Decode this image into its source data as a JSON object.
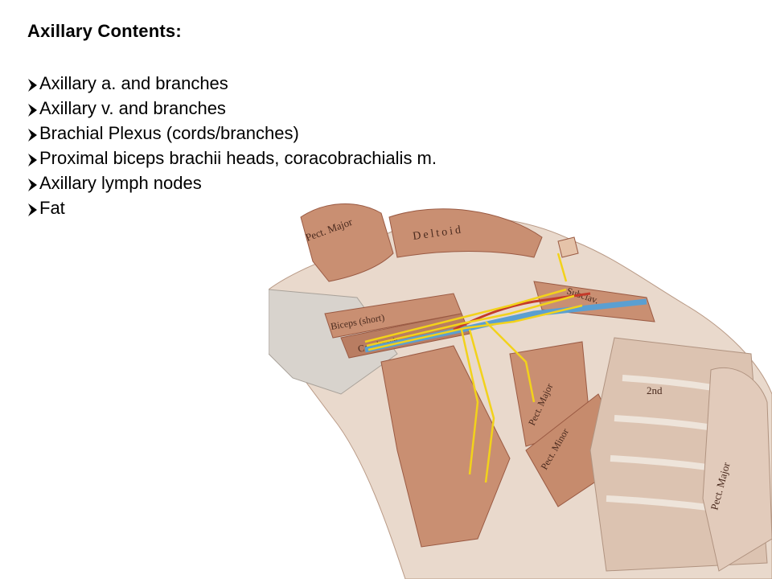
{
  "title": "Axillary Contents:",
  "bullets": [
    "Axillary a. and branches",
    "Axillary v. and branches",
    "Brachial Plexus (cords/branches)",
    "Proximal biceps brachii heads, coracobrachialis m.",
    "Axillary lymph nodes",
    "Fat"
  ],
  "bullet_icon": "arrowhead-icon",
  "illustration": {
    "labels": {
      "pect_major_top": "Pect. Major",
      "deltoid": "Deltoid",
      "biceps_short": "Biceps (short)",
      "cor_brach": "Cor.-brach.",
      "subclav": "Subclav.",
      "pect_major_mid": "Pect. Major",
      "pect_minor": "Pect. Minor",
      "second_rib": "2nd",
      "pect_major_right": "Pect. Major"
    },
    "colors": {
      "muscle": "#c98f72",
      "muscle_dark": "#9a5a43",
      "tendon": "#dcd6cf",
      "nerve": "#f2d21b",
      "vein": "#5b9fd1",
      "artery": "#c43a2a"
    }
  }
}
